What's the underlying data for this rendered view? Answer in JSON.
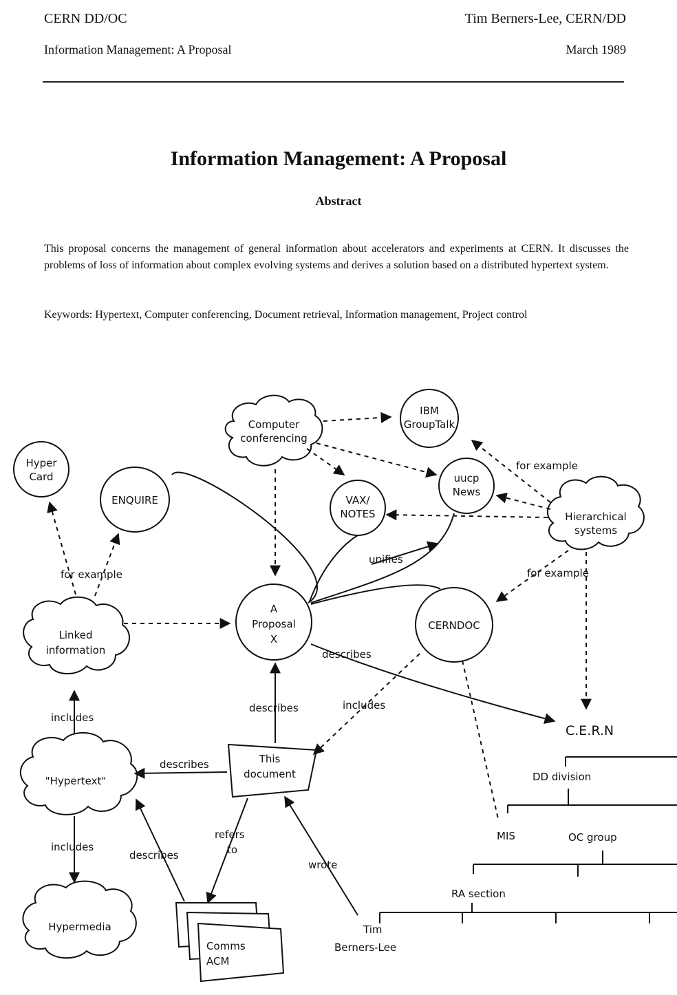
{
  "header": {
    "left_line1": "CERN DD/OC",
    "left_line2": "Information Management: A Proposal",
    "right_line1": "Tim Berners-Lee, CERN/DD",
    "right_line2": "March 1989"
  },
  "title": "Information Management: A Proposal",
  "abstract_heading": "Abstract",
  "abstract_text": "This proposal concerns the management of general information about accelerators and experiments at CERN. It discusses the problems of loss of information about complex evolving systems and derives a solution based on a distributed hypertext system.",
  "keywords_text": "Keywords: Hypertext, Computer conferencing, Document retrieval, Information management, Project control",
  "diagram": {
    "nodes": {
      "hypercard": [
        "Hyper",
        "Card"
      ],
      "enquire": "ENQUIRE",
      "computer_conferencing": [
        "Computer",
        "conferencing"
      ],
      "ibm_grouptalk": [
        "IBM",
        "GroupTalk"
      ],
      "uucp_news": [
        "uucp",
        "News"
      ],
      "vax_notes": [
        "VAX/",
        "NOTES"
      ],
      "hierarchical_systems": [
        "Hierarchical",
        "systems"
      ],
      "linked_information": [
        "Linked",
        "information"
      ],
      "a_proposal": [
        "A",
        "Proposal",
        "X"
      ],
      "cerndoc": "CERNDOC",
      "this_document": [
        "This",
        "document"
      ],
      "hypertext": "\"Hypertext\"",
      "hypermedia": "Hypermedia",
      "comms_acm": [
        "Comms",
        "ACM"
      ],
      "tim_berners_lee": [
        "Tim",
        "Berners-Lee"
      ]
    },
    "labels": {
      "for_example_top_right": "for example",
      "for_example_left": "for example",
      "for_example_right": "for example",
      "unifies": "unifies",
      "describes_proposal_cern": "describes",
      "describes_this_doc": "describes",
      "includes_cerndoc": "includes",
      "includes_linked": "includes",
      "describes_hypertext": "describes",
      "includes_hypermedia": "includes",
      "describes_comms": "describes",
      "refers_to": [
        "refers",
        "to"
      ],
      "wrote": "wrote"
    },
    "org": {
      "cern": "C.E.R.N",
      "dd_division": "DD division",
      "mis": "MIS",
      "oc_group": "OC group",
      "ra_section": "RA section"
    }
  }
}
